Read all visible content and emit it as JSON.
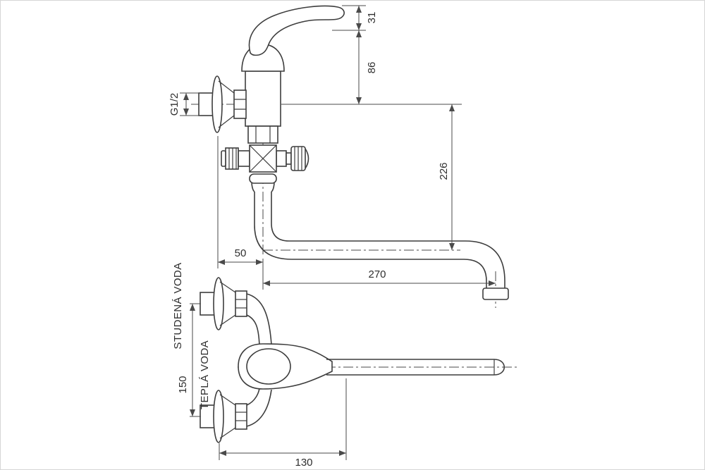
{
  "page": {
    "background": "#ffffff",
    "line_color": "#3d3d3d",
    "dim_color": "#4a4a4a"
  },
  "drawing": {
    "side_view": {
      "dims": {
        "handle_tip_height": "31",
        "handle_height": "86",
        "spout_drop": "226",
        "wall_offset": "50",
        "spout_reach": "270",
        "inlet_thread": "G1/2"
      }
    },
    "plan_view": {
      "labels": {
        "cold_inlet": "STUDENÁ VODA",
        "hot_inlet": "TEPLÁ VODA"
      },
      "dims": {
        "inlet_spacing": "150",
        "body_length": "130"
      }
    }
  }
}
